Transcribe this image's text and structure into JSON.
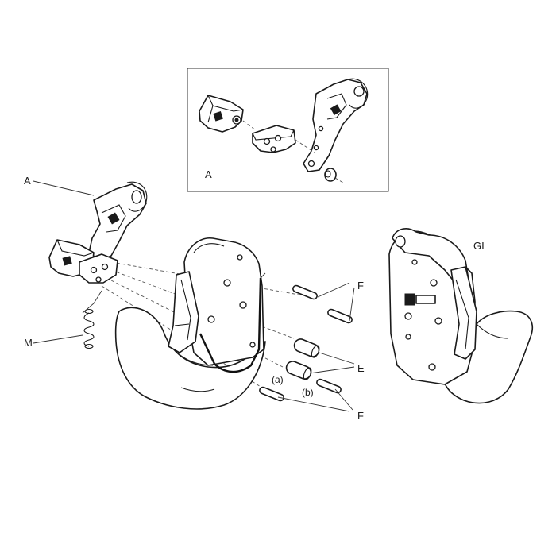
{
  "callouts": {
    "A": "A",
    "inset_A": "A",
    "M": "M",
    "GI": "GI",
    "F_top": "F",
    "E": "E",
    "F_bottom": "F",
    "a": "(a)",
    "b": "(b)"
  }
}
